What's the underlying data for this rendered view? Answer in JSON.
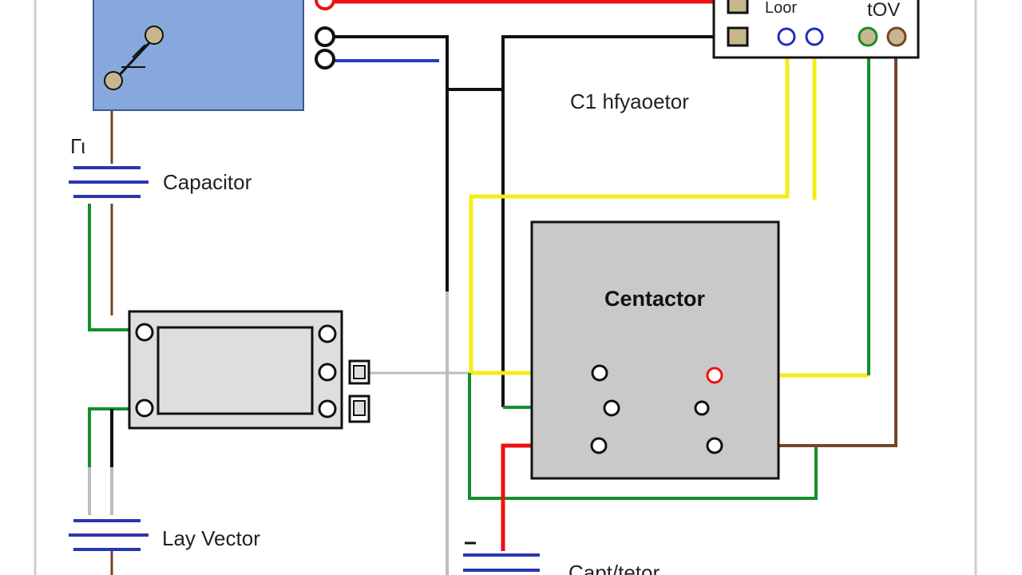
{
  "labels": {
    "top_terminal_a": "Loor",
    "top_terminal_b": "tOV",
    "c1_label": "C1 hfyaoetor",
    "capacitor_label": "Capacitor",
    "fuse_mark": "Γι",
    "contactor_label": "Centactor",
    "lay_vector_label": "Lay Vector",
    "bottom_capacitor_label": "Capt/tetor"
  },
  "colors": {
    "background": "#ffffff",
    "frame": "#c9c9c9",
    "motor_box_fill": "#86a8dc",
    "relay_fill": "#dedede",
    "contactor_fill": "#c9c9c9",
    "terminal_fill": "#c8b68e",
    "wire_black": "#111111",
    "wire_red": "#ee1111",
    "wire_blue": "#1f3fbf",
    "wire_yellow": "#f4ec1a",
    "wire_green": "#13902a",
    "wire_brown": "#7a4326",
    "wire_gray": "#bdbdbd",
    "capacitor_plate": "#2a36b0",
    "terminal_ring_blue": "#1f2fbf"
  }
}
